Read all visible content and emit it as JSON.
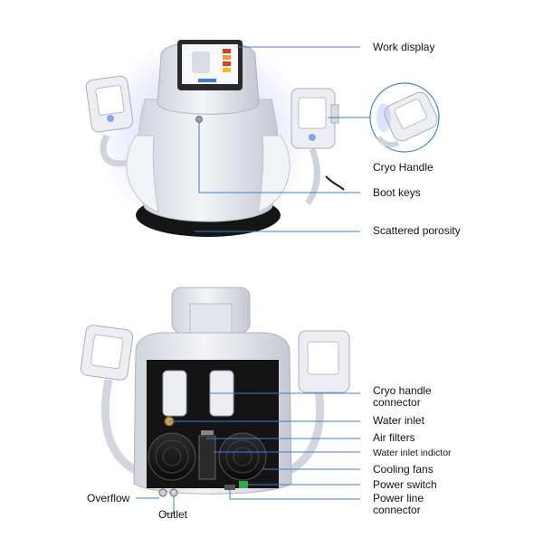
{
  "figure": {
    "front_labels": {
      "work_display": "Work display",
      "cryo_handle": "Cryo Handle",
      "boot_keys": "Boot keys",
      "scattered_porosity": "Scattered porosity"
    },
    "back_labels": {
      "cryo_handle_connector": "Cryo handle connector",
      "water_inlet": "Water inlet",
      "air_filters": "Air filters",
      "water_inlet_indicator": "Water inlet indictor",
      "cooling_fans": "Cooling fans",
      "power_switch": "Power switch",
      "power_line_connector": "Power line connector",
      "overflow": "Overflow",
      "outlet": "Outlet"
    },
    "colors": {
      "leader_line": "#3b7fd0",
      "body_shell": "#e6e8ee",
      "body_shadow": "#c9ccd6",
      "glow": "#6f73ff",
      "back_panel": "#141414",
      "screen_frame": "#2a2a2a"
    }
  }
}
